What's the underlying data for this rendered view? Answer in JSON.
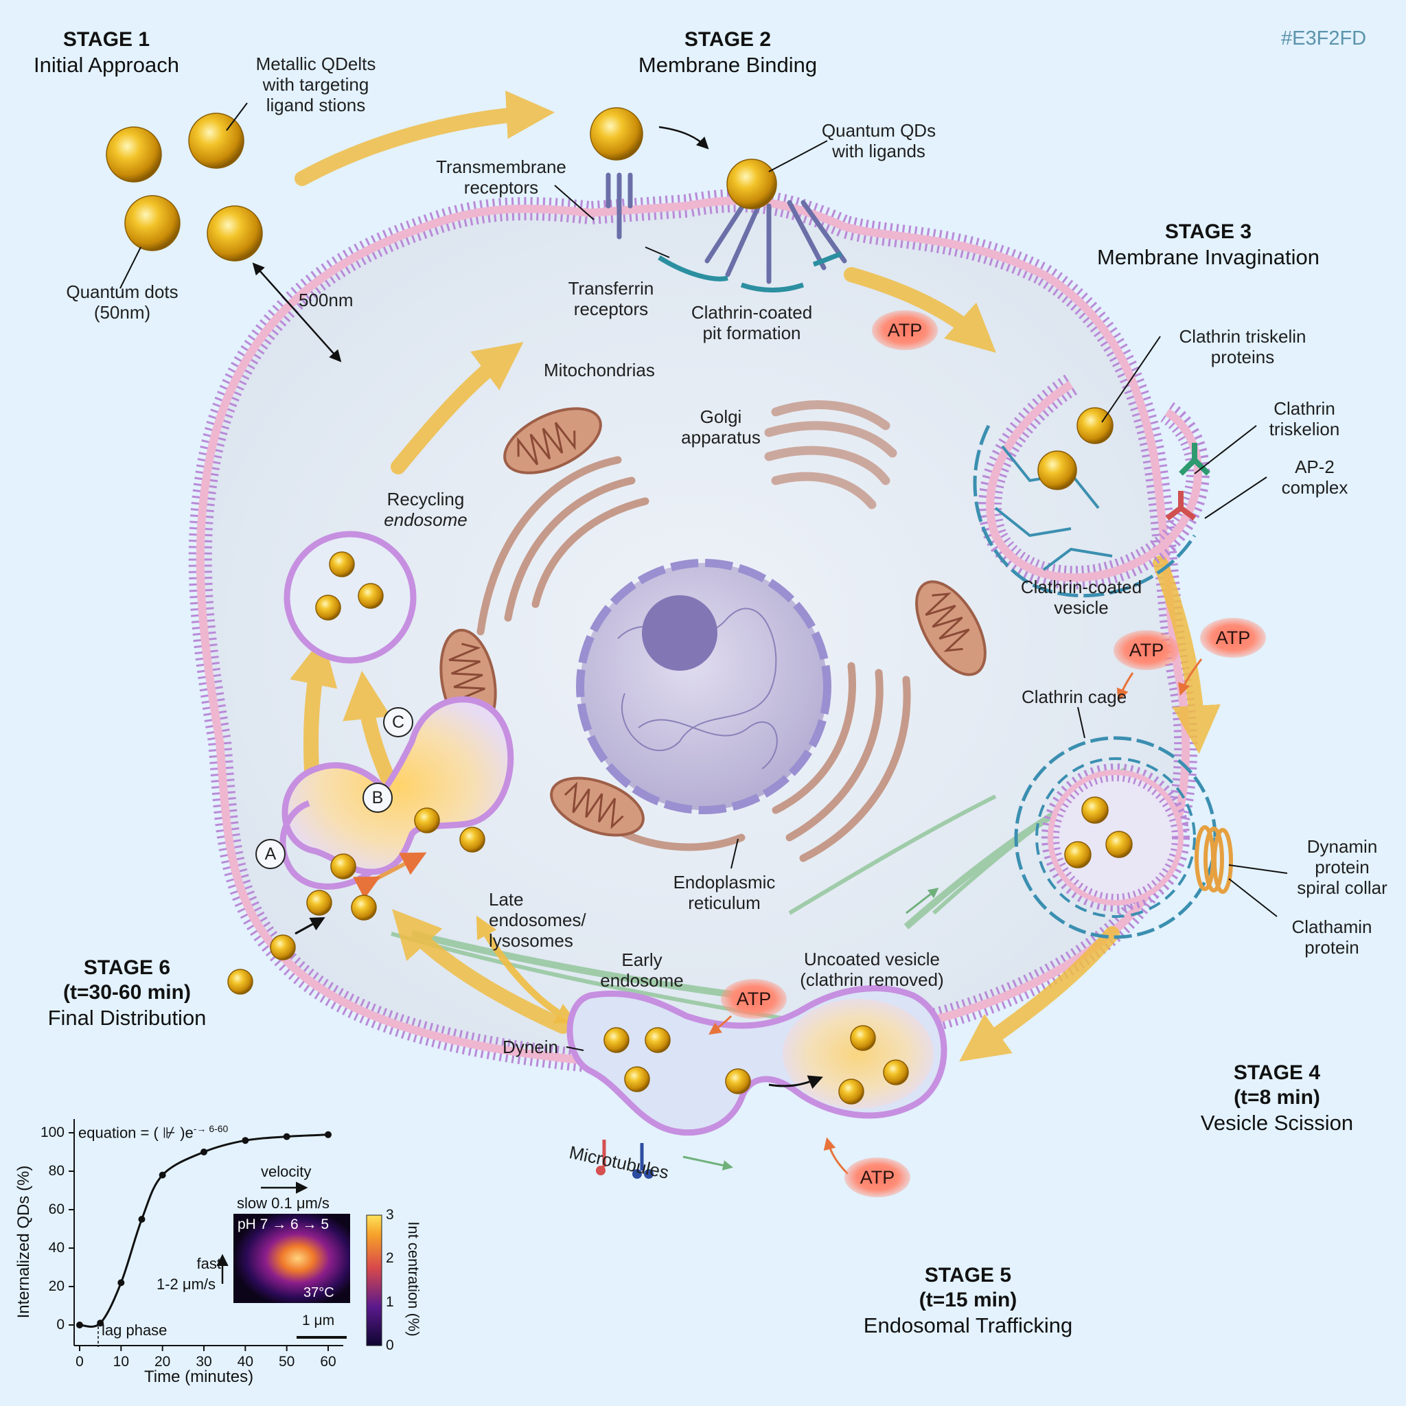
{
  "corner_code": "#E3F2FD",
  "stages": {
    "s1": {
      "heading": "STAGE 1",
      "subtitle": "Initial Approach"
    },
    "s2": {
      "heading": "STAGE 2",
      "subtitle": "Membrane Binding"
    },
    "s3": {
      "heading": "STAGE 3",
      "subtitle": "Membrane Invagination"
    },
    "s4": {
      "heading": "STAGE 4",
      "time": "(t=8 min)",
      "subtitle": "Vesicle Scission"
    },
    "s5": {
      "heading": "STAGE 5",
      "time": "(t=15 min)",
      "subtitle": "Endosomal Trafficking"
    },
    "s6": {
      "heading": "STAGE 6",
      "time": "(t=30-60 min)",
      "subtitle": "Final Distribution"
    }
  },
  "labels": {
    "metallic_qd_1": "Metallic QDelts",
    "metallic_qd_2": "with targeting",
    "metallic_qd_3": "ligand stions",
    "quantum_dots_1": "Quantum dots",
    "quantum_dots_2": "(50nm)",
    "distance": "500nm",
    "transmembrane_1": "Transmembrane",
    "transmembrane_2": "receptors",
    "quantum_qds_1": "Quantum QDs",
    "quantum_qds_2": "with ligands",
    "transferrin_1": "Transferrin",
    "transferrin_2": "receptors",
    "pit_1": "Clathrin-coated",
    "pit_2": "pit formation",
    "mito": "Mitochondrias",
    "golgi_1": "Golgi",
    "golgi_2": "apparatus",
    "recycling_1": "Recycling",
    "recycling_2": "endosome",
    "triskelin_1": "Clathrin triskelin",
    "triskelin_2": "proteins",
    "triskelion_1": "Clathrin",
    "triskelion_2": "triskelion",
    "ap2_1": "AP-2",
    "ap2_2": "complex",
    "ccv_1": "Clathrin-coated",
    "ccv_2": "vesicle",
    "cage": "Clathrin cage",
    "dynamin_1": "Dynamin",
    "dynamin_2": "protein",
    "dynamin_3": "spiral collar",
    "clathamin_1": "Clathamin",
    "clathamin_2": "protein",
    "er_1": "Endoplasmic",
    "er_2": "reticulum",
    "late_1": "Late",
    "late_2": "endosomes/",
    "late_3": "lysosomes",
    "early_1": "Early",
    "early_2": "endosome",
    "uncoated_1": "Uncoated vesicle",
    "uncoated_2": "(clathrin removed)",
    "dynein": "Dynein",
    "microtubules": "Microtubules",
    "atp": "ATP",
    "tag_a": "A",
    "tag_b": "B",
    "tag_c": "C"
  },
  "chart_data": {
    "type": "line",
    "title": "",
    "equation": "equation = ( ⊮ )e",
    "equation_sup": "-→ 6-60",
    "xlabel": "Time (minutes)",
    "ylabel": "Internalized QDs (%)",
    "xlim": [
      0,
      60
    ],
    "ylim": [
      0,
      100
    ],
    "x_ticks": [
      "0",
      "10",
      "20",
      "30",
      "40",
      "50",
      "60"
    ],
    "y_ticks": [
      "0",
      "20",
      "40",
      "60",
      "80",
      "100"
    ],
    "series": [
      {
        "x": [
          0,
          5,
          10,
          15,
          20,
          30,
          40,
          50,
          60
        ],
        "y": [
          0,
          1,
          22,
          55,
          78,
          90,
          96,
          98,
          99
        ]
      }
    ],
    "annotations": {
      "lag": "lag phase",
      "velocity": "velocity",
      "slow": "slow 0.1 μm/s",
      "fast_1": "fast",
      "fast_2": "1-2 μm/s"
    },
    "inset": {
      "ph": "pH 7 → 6 → 5",
      "temp": "37°C",
      "scale": "1 μm",
      "colorbar_label": "Int centration (%)",
      "colorbar_ticks": [
        "0",
        "1",
        "2",
        "3"
      ],
      "colorbar_range": [
        0,
        3
      ]
    }
  }
}
